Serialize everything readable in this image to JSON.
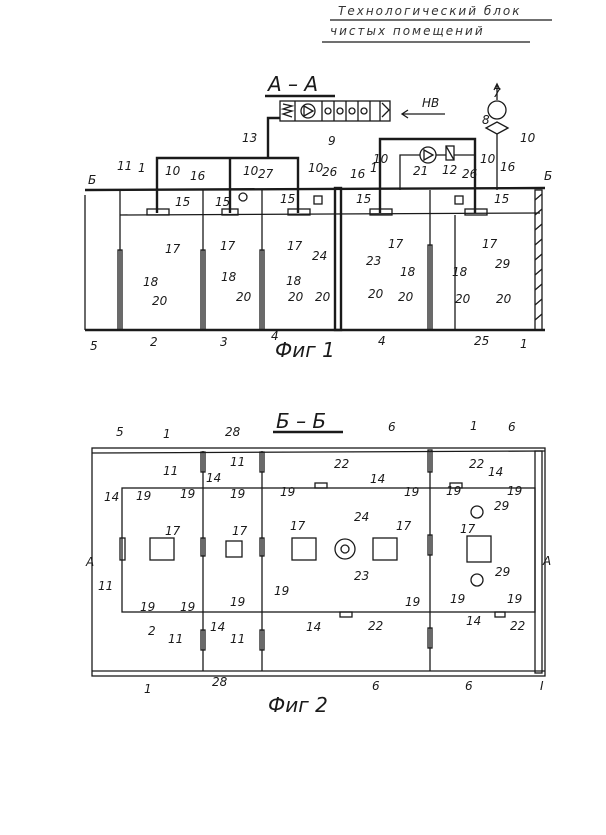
{
  "header": {
    "title_line1": "Технологический блок",
    "title_line2": "чистых помещений"
  },
  "fig1": {
    "section": "А – А",
    "caption": "Фиг 1",
    "inflow_label": "НВ",
    "labels": [
      "7",
      "8",
      "10",
      "9",
      "13",
      "Б",
      "Б",
      "11",
      "1",
      "10",
      "16",
      "10",
      "27",
      "10",
      "26",
      "16",
      "1",
      "10",
      "21",
      "12",
      "26",
      "10",
      "16",
      "15",
      "15",
      "15",
      "15",
      "15",
      "17",
      "17",
      "17",
      "17",
      "17",
      "18",
      "18",
      "18",
      "18",
      "18",
      "24",
      "23",
      "29",
      "20",
      "20",
      "20",
      "20",
      "20",
      "20",
      "20",
      "20",
      "5",
      "2",
      "3",
      "4",
      "4",
      "25",
      "1"
    ]
  },
  "fig2": {
    "section": "Б – Б",
    "caption": "Фиг 2",
    "labels": [
      "5",
      "1",
      "28",
      "6",
      "1",
      "6",
      "11",
      "11",
      "22",
      "22",
      "14",
      "14",
      "14",
      "14",
      "19",
      "19",
      "19",
      "19",
      "19",
      "19",
      "19",
      "17",
      "17",
      "17",
      "17",
      "17",
      "24",
      "23",
      "29",
      "29",
      "А",
      "А",
      "11",
      "19",
      "19",
      "19",
      "19",
      "19",
      "19",
      "19",
      "2",
      "11",
      "14",
      "11",
      "14",
      "22",
      "14",
      "22",
      "1",
      "28",
      "6",
      "6",
      "I"
    ]
  }
}
